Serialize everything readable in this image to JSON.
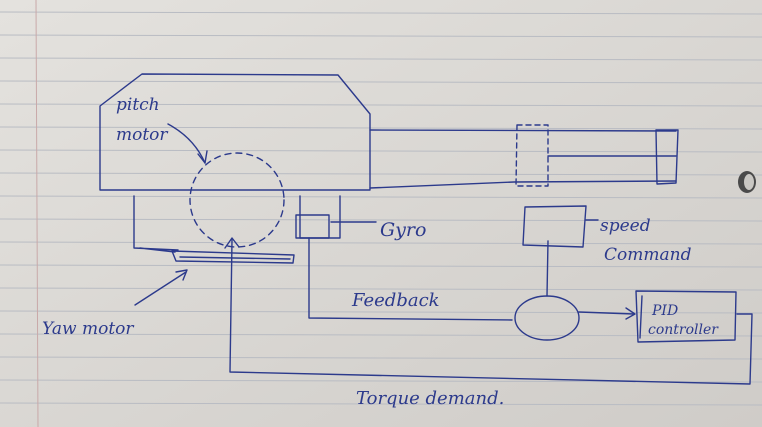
{
  "labels": {
    "pitch_motor_line1": "pitch",
    "pitch_motor_line2": "motor",
    "gyro": "Gyro",
    "speed_command_line1": "speed",
    "speed_command_line2": "Command",
    "feedback": "Feedback",
    "pid_line1": "PID",
    "pid_line2": "controller",
    "yaw_motor": "Yaw motor",
    "torque_demand": "Torque demand."
  },
  "colors": {
    "paper": "#dcdad6",
    "rule_line": "#b9bcc3",
    "margin_line": "#c9a9a9",
    "ink": "#2c3a8c"
  }
}
